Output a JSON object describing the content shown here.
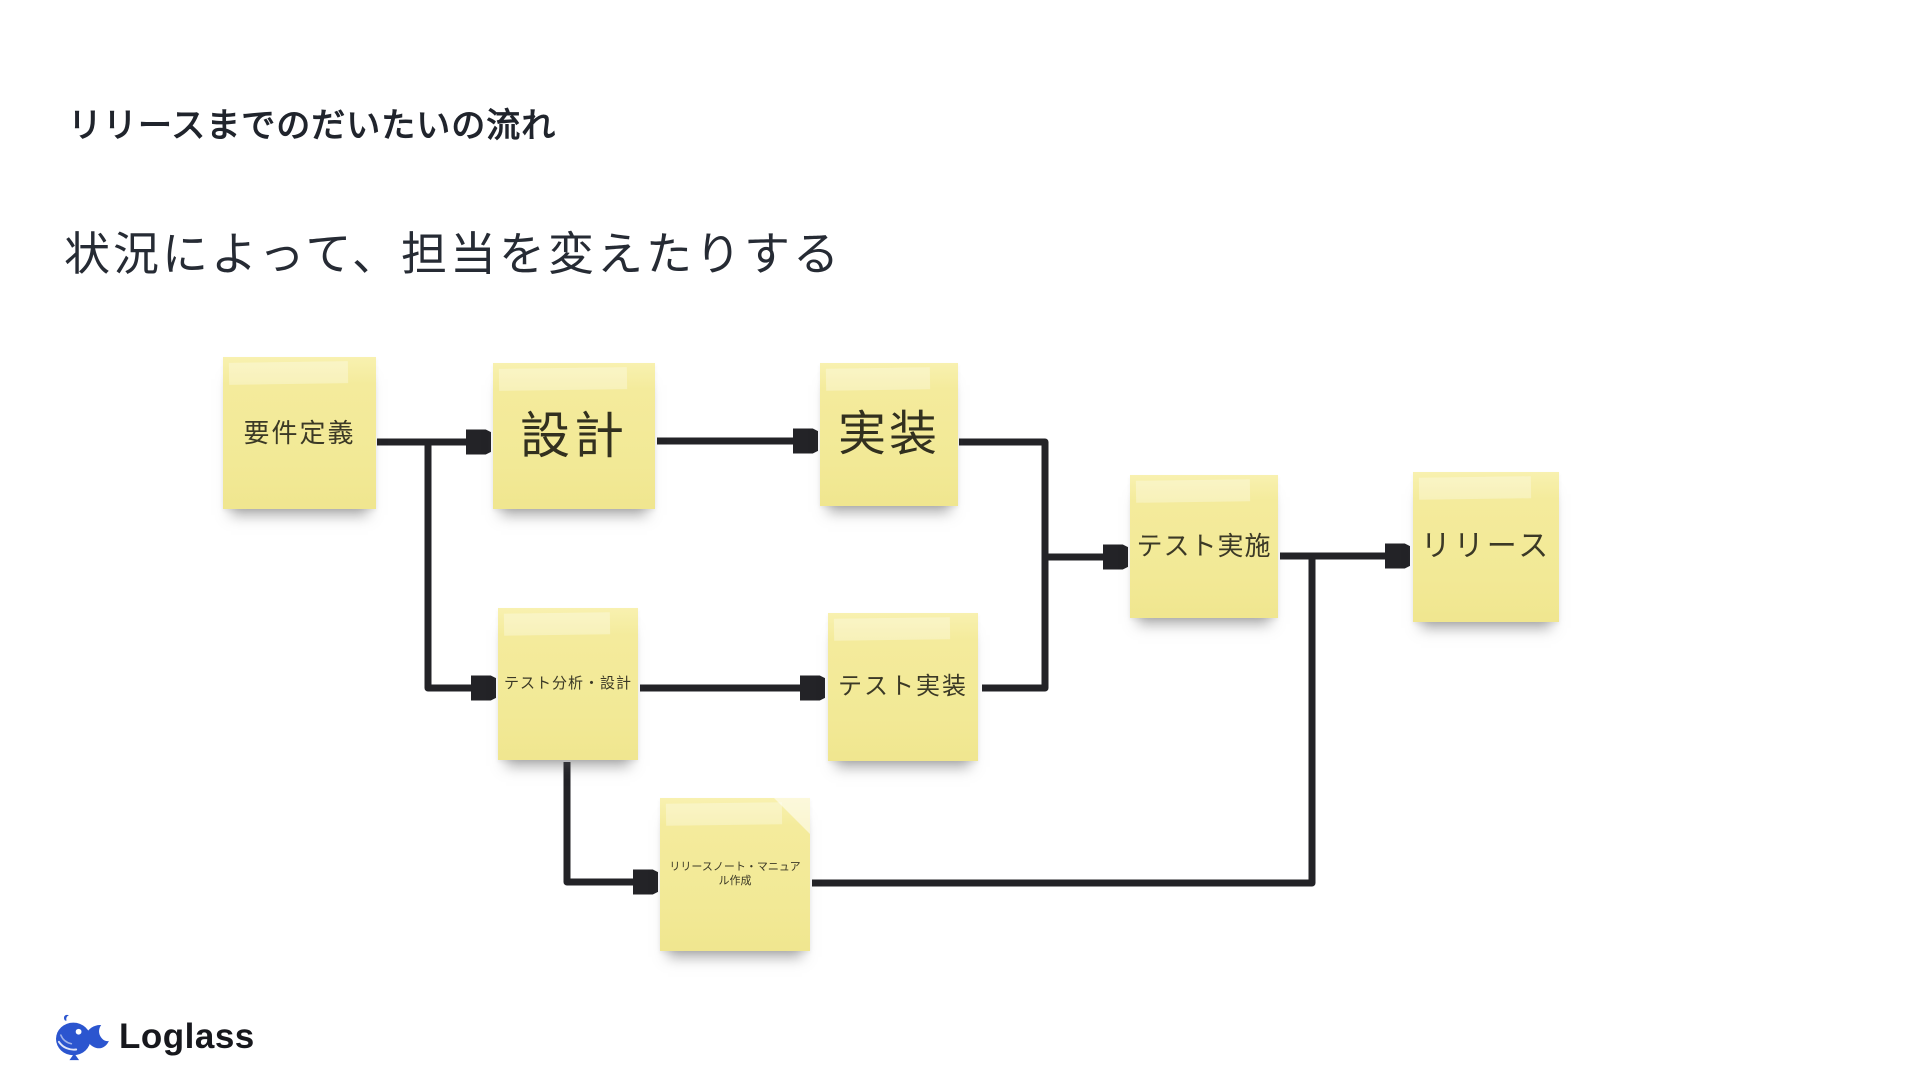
{
  "page": {
    "title": "リリースまでのだいたいの流れ",
    "subtitle": "状況によって、担当を変えたりする"
  },
  "diagram": {
    "notes": [
      {
        "id": "requirements",
        "label": "要件定義"
      },
      {
        "id": "design",
        "label": "設計"
      },
      {
        "id": "implementation",
        "label": "実装"
      },
      {
        "id": "test-execution",
        "label": "テスト実施"
      },
      {
        "id": "release",
        "label": "リリース"
      },
      {
        "id": "test-analysis-design",
        "label": "テスト分析・設計"
      },
      {
        "id": "test-implementation",
        "label": "テスト実装"
      },
      {
        "id": "release-notes-manual",
        "label": "リリースノート・マニュアル作成"
      }
    ],
    "colors": {
      "sticky_yellow": "#f4eb9c",
      "arrow_black": "#232327"
    }
  },
  "footer": {
    "logo_text": "Loglass",
    "logo_blue": "#2b55cf",
    "logo_text_color": "#17181d"
  }
}
